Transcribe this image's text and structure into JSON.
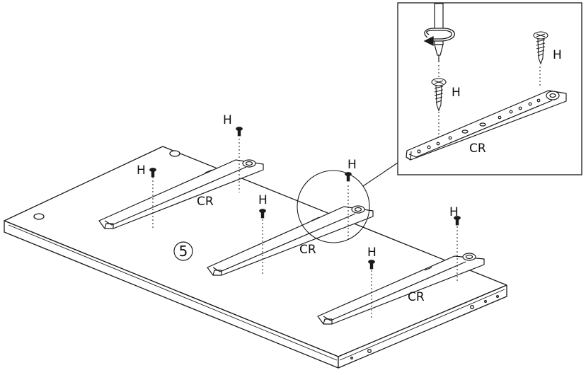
{
  "step_number": "5",
  "screw_label": "H",
  "rail_label": "CR",
  "colors": {
    "line": "#1a1a1a",
    "panel_fill": "#ffffff",
    "panel_edge_fill": "#f2f2f2",
    "screw_fill": "#1a1a1a"
  },
  "icons": [
    "screwdriver-icon",
    "rotation-arrow-icon",
    "screw-icon",
    "drawer-rail-icon",
    "magnifier-callout-icon"
  ]
}
